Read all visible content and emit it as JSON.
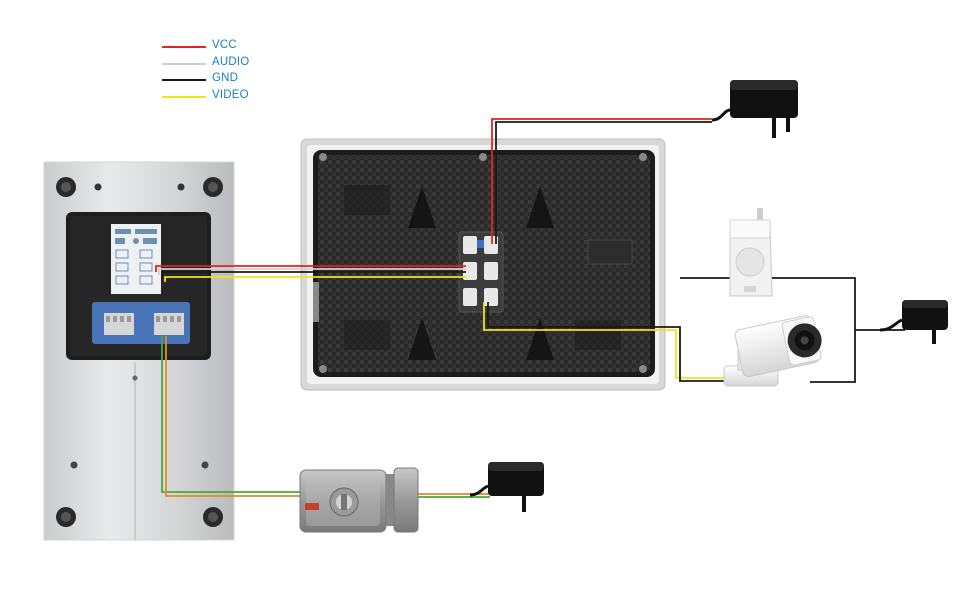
{
  "colors": {
    "vcc": "#e2241f",
    "audio": "#cfcfcf",
    "gnd": "#1a1a1a",
    "video": "#f2e21a",
    "lock_wire_green": "#4aa83a",
    "lock_wire_orange": "#e08a2a",
    "legend_text": "#1a7fc0"
  },
  "legend": [
    {
      "label": "VCC",
      "color_key": "vcc"
    },
    {
      "label": "AUDIO",
      "color_key": "audio"
    },
    {
      "label": "GND",
      "color_key": "gnd"
    },
    {
      "label": "VIDEO",
      "color_key": "video"
    }
  ],
  "components": {
    "outdoor_station": "outdoor-door-station",
    "indoor_monitor": "indoor-monitor-back",
    "adapters": [
      "power-adapter-monitor",
      "power-adapter-camera",
      "power-adapter-lock"
    ],
    "pir_sensor": "pir-motion-sensor",
    "camera": "cctv-bullet-camera",
    "lock": "electric-door-lock"
  }
}
